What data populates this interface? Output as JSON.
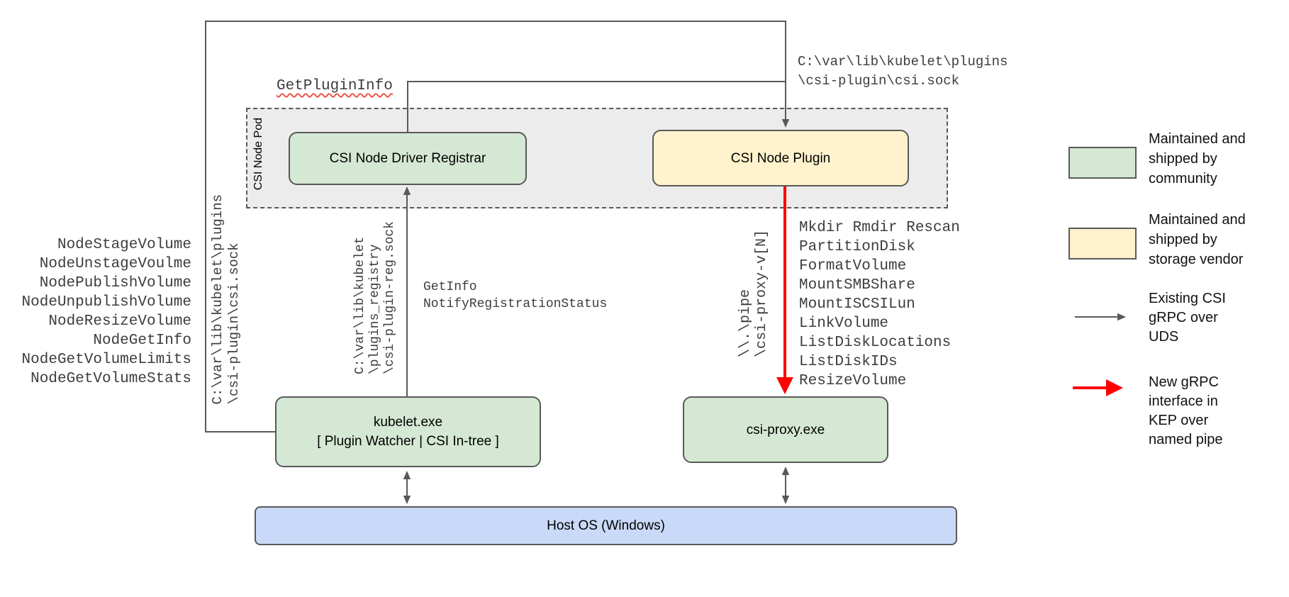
{
  "pod": {
    "label": "CSI Node Pod"
  },
  "boxes": {
    "registrar": "CSI Node Driver Registrar",
    "plugin": "CSI Node Plugin",
    "kubelet_line1": "kubelet.exe",
    "kubelet_line2": "[ Plugin Watcher | CSI In-tree ]",
    "csi_proxy": "csi-proxy.exe",
    "host_os": "Host OS (Windows)"
  },
  "labels": {
    "get_plugin_info": "GetPluginInfo",
    "csi_sock_top": "C:\\var\\lib\\kubelet\\plugins\n\\csi-plugin\\csi.sock",
    "csi_sock_left_vertical": "C:\\var\\lib\\kubelet\\plugins\n\\csi-plugin\\csi.sock",
    "registry_sock_vertical": "C:\\var\\lib\\kubelet\n\\plugins_registry\n\\csi-plugin-reg.sock",
    "registration_calls": "GetInfo\nNotifyRegistrationStatus",
    "pipe_path_vertical": "\\\\.\\pipe\n\\csi-proxy-v[N]",
    "node_methods": [
      "NodeStageVolume",
      "NodeUnstageVoulme",
      "NodePublishVolume",
      "NodeUnpublishVolume",
      "NodeResizeVolume",
      "NodeGetInfo",
      "NodeGetVolumeLimits",
      "NodeGetVolumeStats"
    ],
    "proxy_methods": [
      "Mkdir Rmdir Rescan",
      "PartitionDisk",
      "FormatVolume",
      "MountSMBShare",
      "MountISCSILun",
      "LinkVolume",
      "ListDiskLocations",
      "ListDiskIDs",
      "ResizeVolume"
    ]
  },
  "legend": {
    "items": [
      {
        "type": "swatch",
        "color": "#d5e8d4",
        "label": "Maintained and\nshipped by\ncommunity"
      },
      {
        "type": "swatch",
        "color": "#fff2cc",
        "label": "Maintained and\nshipped by\nstorage vendor"
      },
      {
        "type": "arrow",
        "color": "#595959",
        "label": "Existing CSI\ngRPC over\nUDS"
      },
      {
        "type": "arrow",
        "color": "#ff0000",
        "label": "New gRPC\ninterface in\nKEP over\nnamed pipe"
      }
    ]
  },
  "colors": {
    "community_green": "#d5e8d4",
    "vendor_yellow": "#fff2cc",
    "host_blue": "#c9daf8",
    "pod_gray": "#ececec",
    "line_gray": "#595959",
    "new_grpc_red": "#ff0000",
    "squiggle_red": "#f0544c"
  }
}
